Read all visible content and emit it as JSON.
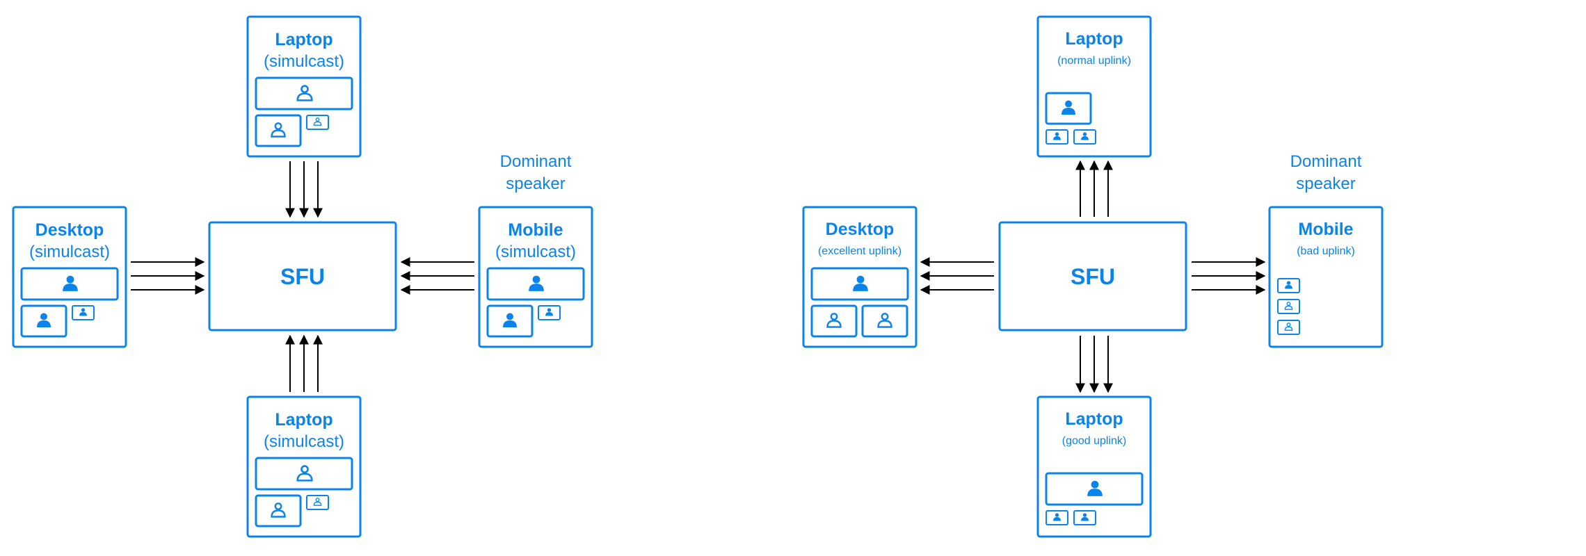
{
  "colors": {
    "accent": "#0a84ec",
    "arrow": "#000000",
    "background": "#ffffff"
  },
  "left": {
    "sfu": "SFU",
    "top": {
      "title": "Laptop",
      "subtitle": "(simulcast)"
    },
    "bottom": {
      "title": "Laptop",
      "subtitle": "(simulcast)"
    },
    "left": {
      "title": "Desktop",
      "subtitle": "(simulcast)"
    },
    "right": {
      "title": "Mobile",
      "subtitle": "(simulcast)"
    },
    "dominant": {
      "line1": "Dominant",
      "line2": "speaker"
    },
    "flow": "devices-to-sfu"
  },
  "right": {
    "sfu": "SFU",
    "top": {
      "title": "Laptop",
      "subtitle": "(normal uplink)"
    },
    "bottom": {
      "title": "Laptop",
      "subtitle": "(good uplink)"
    },
    "left": {
      "title": "Desktop",
      "subtitle": "(excellent uplink)"
    },
    "right": {
      "title": "Mobile",
      "subtitle": "(bad uplink)"
    },
    "dominant": {
      "line1": "Dominant",
      "line2": "speaker"
    },
    "flow": "sfu-to-devices"
  },
  "icons": [
    "person-icon"
  ]
}
